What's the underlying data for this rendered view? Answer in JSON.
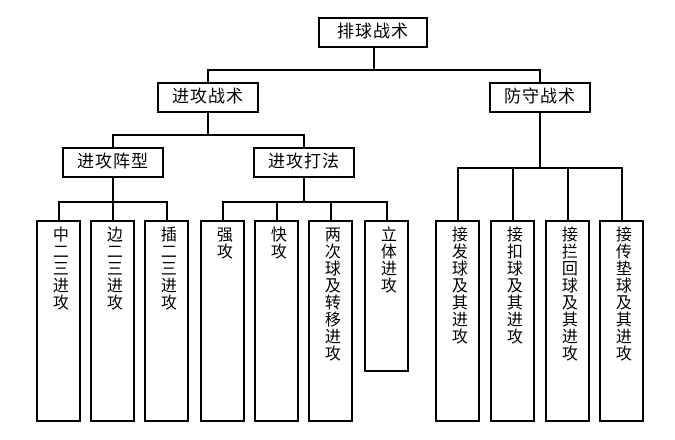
{
  "diagram": {
    "title": "排球战术",
    "type": "hierarchy-tree",
    "orientation": "top-down",
    "line_color": "#000000",
    "box_border_color": "#000000",
    "box_fill_color": "#ffffff",
    "text_color": "#000000"
  },
  "nodes": {
    "root": {
      "label": "排球战术",
      "level": 1
    },
    "level2": [
      {
        "id": "offense",
        "label": "进攻战术"
      },
      {
        "id": "defense",
        "label": "防守战术"
      }
    ],
    "level3": [
      {
        "id": "offense-formation",
        "label": "进攻阵型",
        "parent": "offense"
      },
      {
        "id": "offense-style",
        "label": "进攻打法",
        "parent": "offense"
      }
    ],
    "leaves_formation": [
      {
        "id": "leaf-zhong-ersan",
        "label": "中二三进攻"
      },
      {
        "id": "leaf-bian-ersan",
        "label": "边二三进攻"
      },
      {
        "id": "leaf-cha-ersan",
        "label": "插二三进攻"
      }
    ],
    "leaves_style": [
      {
        "id": "leaf-qianggong",
        "label": "强攻"
      },
      {
        "id": "leaf-kuaigong",
        "label": "快攻"
      },
      {
        "id": "leaf-liangciqiu",
        "label": "两次球及转移进攻"
      },
      {
        "id": "leaf-litijingong",
        "label": "立体进攻"
      }
    ],
    "leaves_defense": [
      {
        "id": "leaf-jie-faqiu",
        "label": "接发球及其进攻"
      },
      {
        "id": "leaf-jie-kouqiu",
        "label": "接扣球及其进攻"
      },
      {
        "id": "leaf-jie-lanhuiqiu",
        "label": "接拦回球及其进攻"
      },
      {
        "id": "leaf-jie-chuandianqiu",
        "label": "接传垫球及其进攻"
      }
    ]
  }
}
